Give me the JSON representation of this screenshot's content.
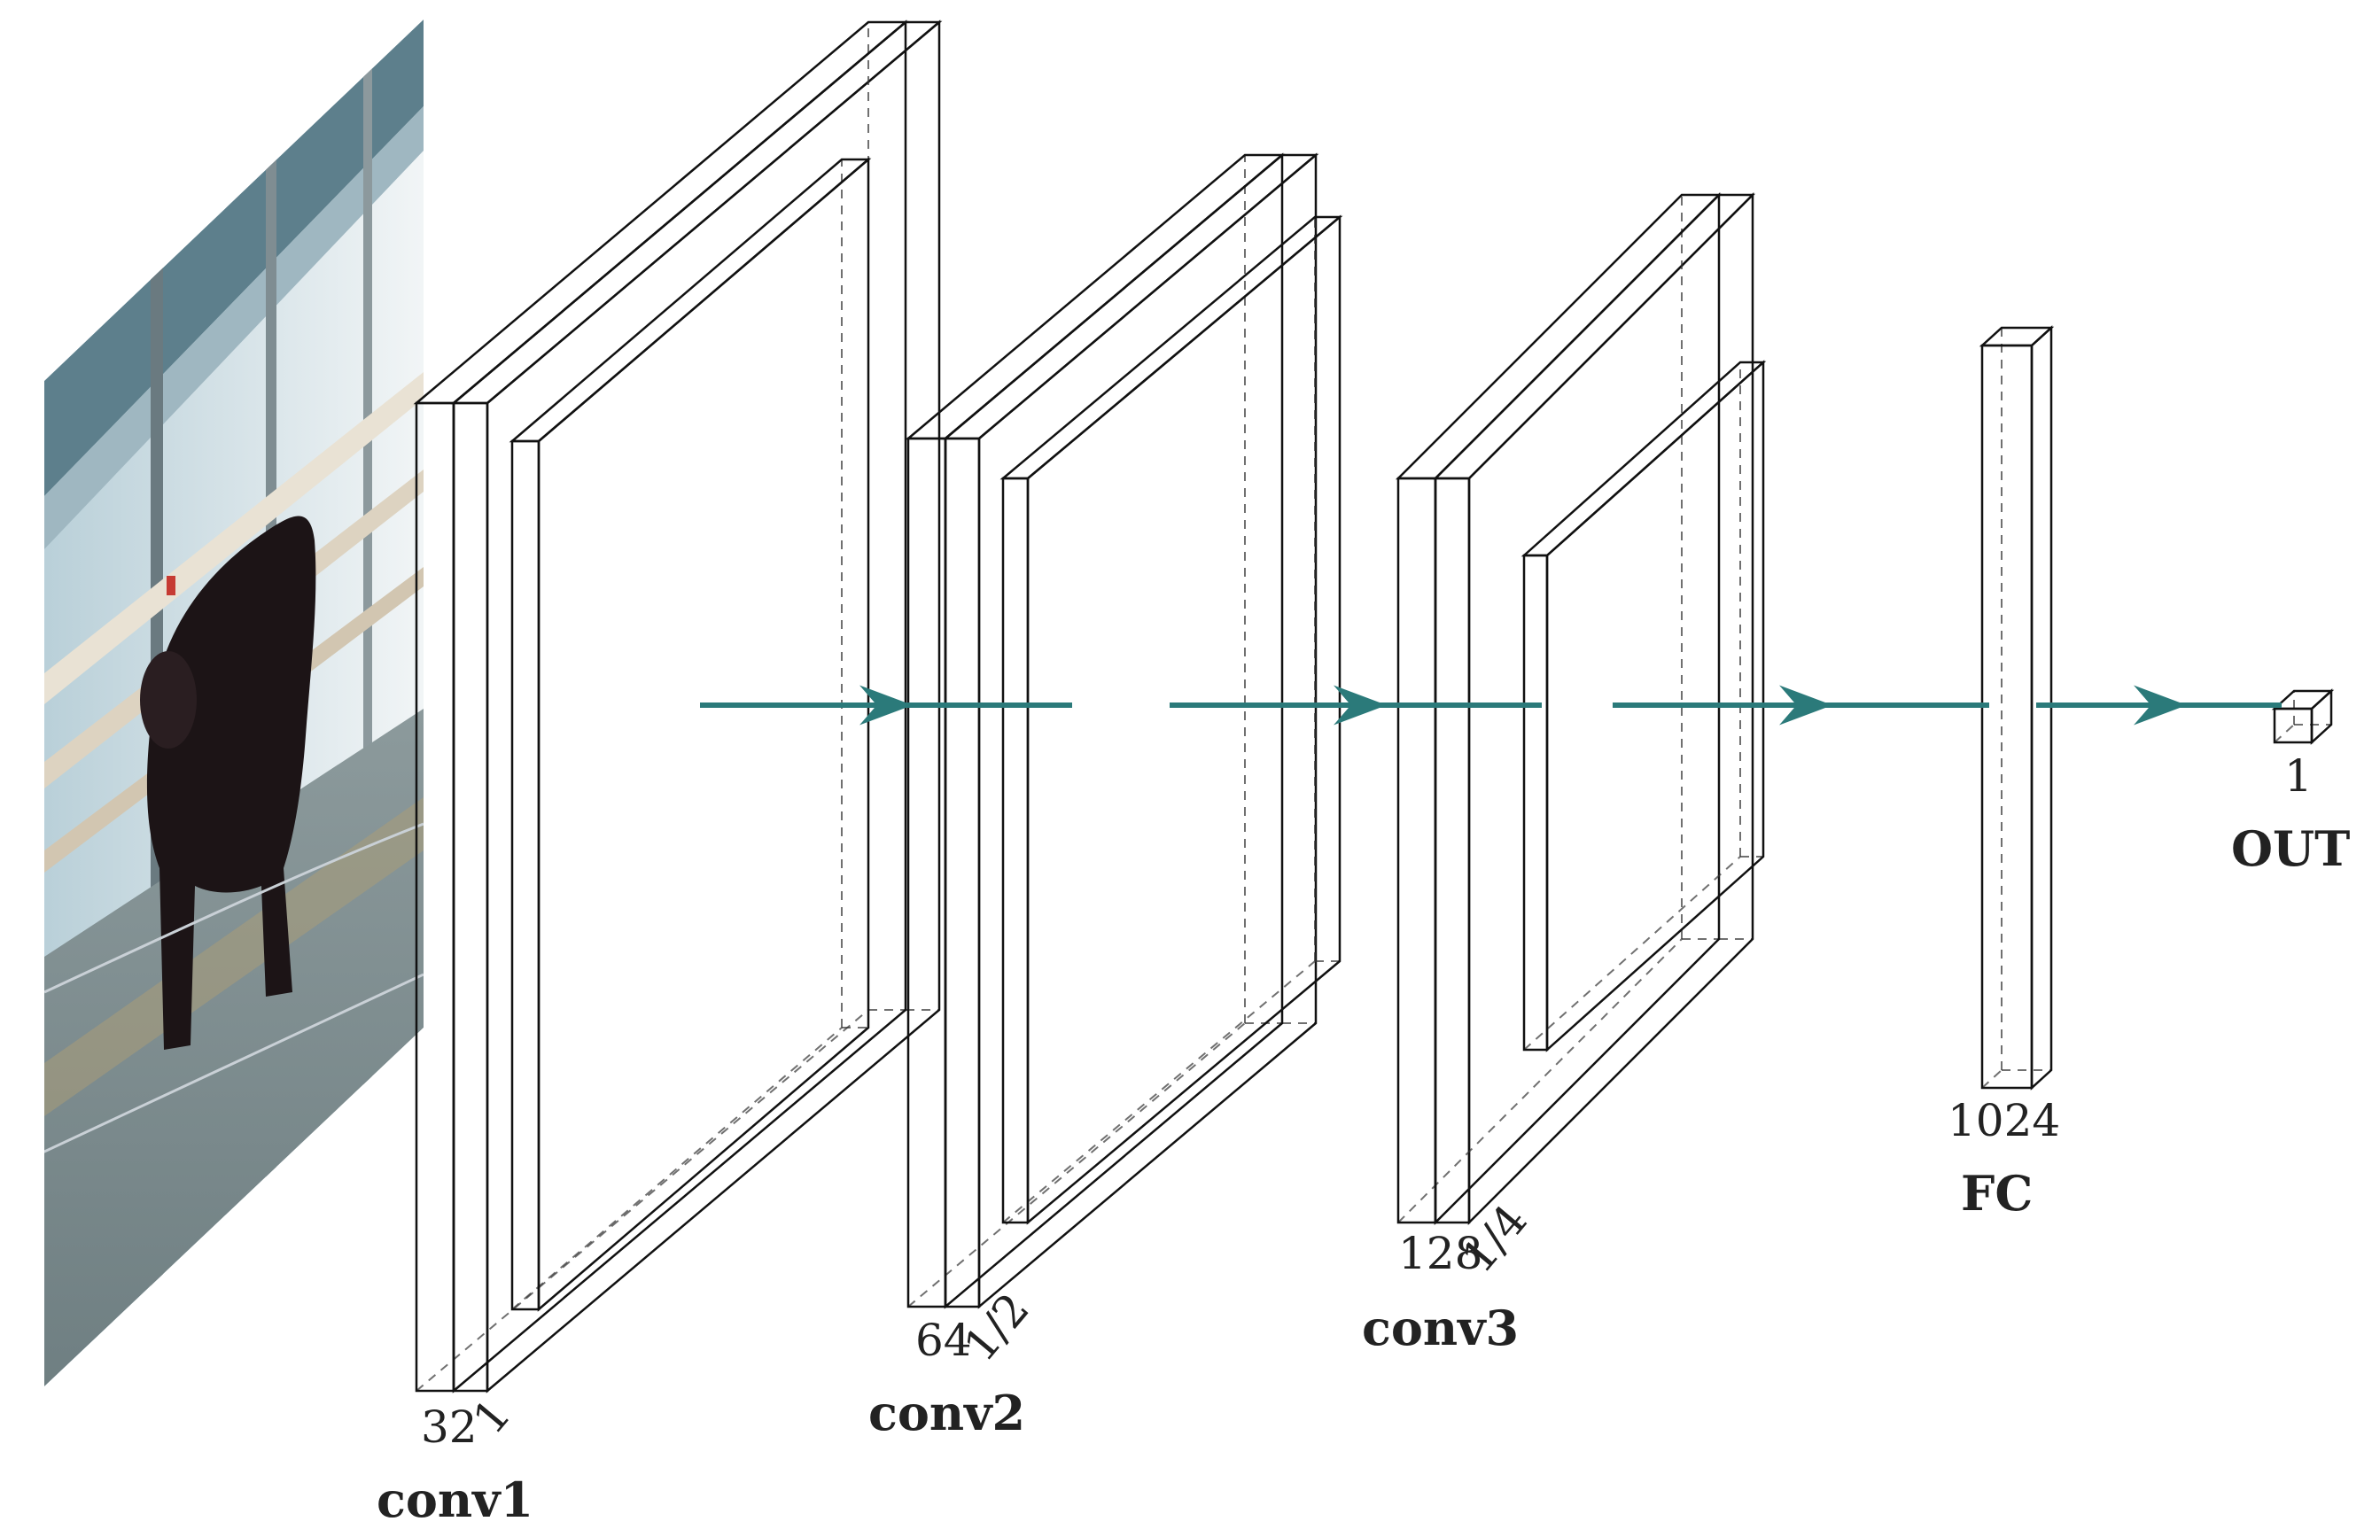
{
  "layers": [
    {
      "id": "conv1",
      "name": "conv1",
      "channels": "32",
      "scale": "1"
    },
    {
      "id": "conv2",
      "name": "conv2",
      "channels": "64",
      "scale": "1/2"
    },
    {
      "id": "conv3",
      "name": "conv3",
      "channels": "128",
      "scale": "1/4"
    },
    {
      "id": "fc",
      "name": "FC",
      "units": "1024"
    },
    {
      "id": "out",
      "name": "OUT",
      "units": "1"
    }
  ],
  "colors": {
    "conv_light": "#ffe6b8",
    "conv_mid": "#ffc27a",
    "pool": "#ff5a2e",
    "fc": "#d893cf",
    "arrow": "#2b7a7a"
  },
  "input_image": {
    "description_icon": "cow-photo-icon"
  }
}
